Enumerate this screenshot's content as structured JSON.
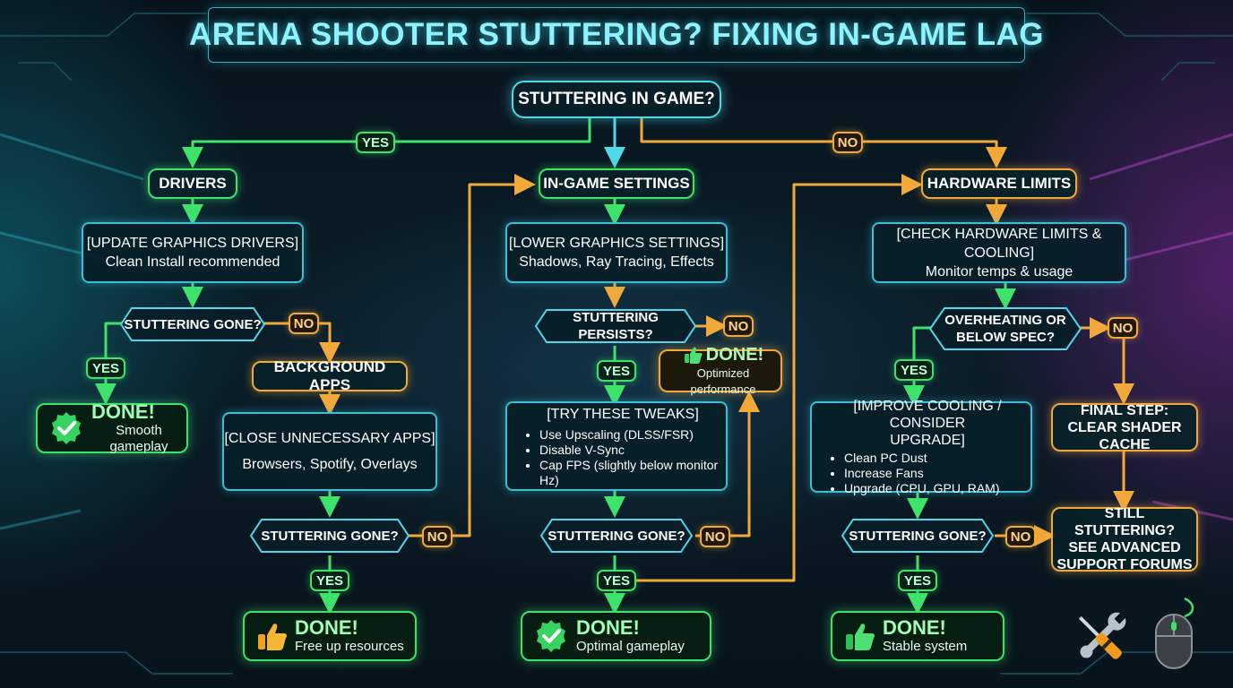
{
  "title": "ARENA SHOOTER STUTTERING? FIXING IN-GAME LAG",
  "start": "STUTTERING IN GAME?",
  "branches": {
    "yes_label": "YES",
    "no_label": "NO"
  },
  "drivers": {
    "header": "DRIVERS",
    "step_title": "[UPDATE GRAPHICS DRIVERS]",
    "step_detail": "Clean Install recommended",
    "check1": "STUTTERING GONE?",
    "check1_yes": "YES",
    "check1_no": "NO",
    "done1_title": "DONE!",
    "done1_detail": "Smooth gameplay",
    "bg_header": "BACKGROUND APPS",
    "bg_title": "[CLOSE UNNECESSARY APPS]",
    "bg_detail": "Browsers, Spotify, Overlays",
    "check2": "STUTTERING GONE?",
    "check2_yes": "YES",
    "check2_no": "NO",
    "done2_title": "DONE!",
    "done2_detail": "Free up resources"
  },
  "settings": {
    "header": "IN-GAME SETTINGS",
    "step_title": "[LOWER GRAPHICS SETTINGS]",
    "step_detail": "Shadows, Ray Tracing, Effects",
    "check1": "STUTTERING PERSISTS?",
    "check1_yes": "YES",
    "check1_no": "NO",
    "opt_title": "DONE!",
    "opt_detail": "Optimized performance",
    "tweaks_title": "[TRY THESE TWEAKS]",
    "tweaks": [
      "Use Upscaling (DLSS/FSR)",
      "Disable V-Sync",
      "Cap FPS (slightly below monitor Hz)"
    ],
    "check2": "STUTTERING GONE?",
    "check2_yes": "YES",
    "check2_no": "NO",
    "done_title": "DONE!",
    "done_detail": "Optimal gameplay"
  },
  "hardware": {
    "header": "HARDWARE LIMITS",
    "step_title": "[CHECK HARDWARE LIMITS & COOLING]",
    "step_detail": "Monitor temps & usage",
    "check1_line1": "OVERHEATING OR",
    "check1_line2": "BELOW SPEC?",
    "check1_yes": "YES",
    "check1_no": "NO",
    "improve_title_line1": "[IMPROVE COOLING / CONSIDER",
    "improve_title_line2": "UPGRADE]",
    "improve_items": [
      "Clean PC Dust",
      "Increase Fans",
      "Upgrade (CPU, GPU, RAM)"
    ],
    "check2": "STUTTERING GONE?",
    "check2_yes": "YES",
    "check2_no": "NO",
    "done_title": "DONE!",
    "done_detail": "Stable system",
    "final_line1": "FINAL STEP:",
    "final_line2": "CLEAR SHADER CACHE",
    "forum_line1": "STILL STUTTERING?",
    "forum_line2": "SEE ADVANCED",
    "forum_line3": "SUPPORT FORUMS"
  },
  "colors": {
    "cyan": "#4fd7ea",
    "green": "#3fe36b",
    "orange": "#f2a93b",
    "magenta_glow": "#be28d2"
  },
  "icons": [
    "check-icon",
    "thumbs-up-icon",
    "wrench-screwdriver-icon",
    "mouse-icon"
  ]
}
